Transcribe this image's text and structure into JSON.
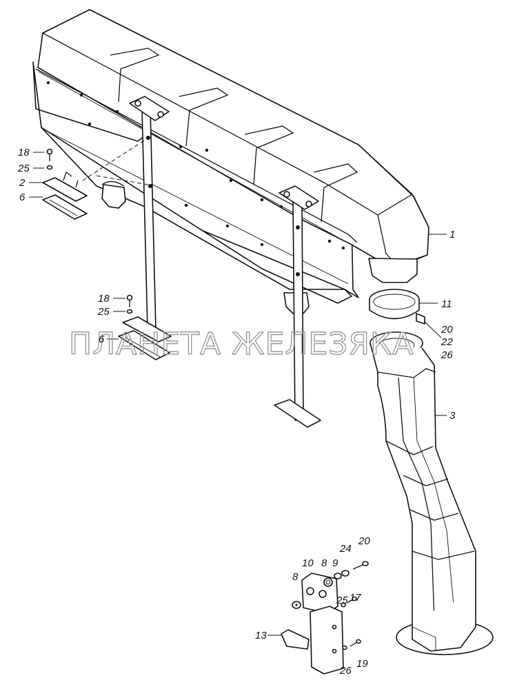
{
  "watermark": "ПЛАНЕТА ЖЕЛЕЗЯКА",
  "callouts": {
    "c1": "1",
    "c3": "3",
    "c11": "11",
    "c20a": "20",
    "c22": "22",
    "c26a": "26",
    "c18a": "18",
    "c25a": "25",
    "c2": "2",
    "c6a": "6",
    "c18b": "18",
    "c25b": "25",
    "c6b": "6",
    "c10": "10",
    "c8a": "8",
    "c9": "9",
    "c24": "24",
    "c20b": "20",
    "c8b": "8",
    "c25c": "25",
    "c17": "17",
    "c13": "13",
    "c26b": "26",
    "c19": "19"
  }
}
